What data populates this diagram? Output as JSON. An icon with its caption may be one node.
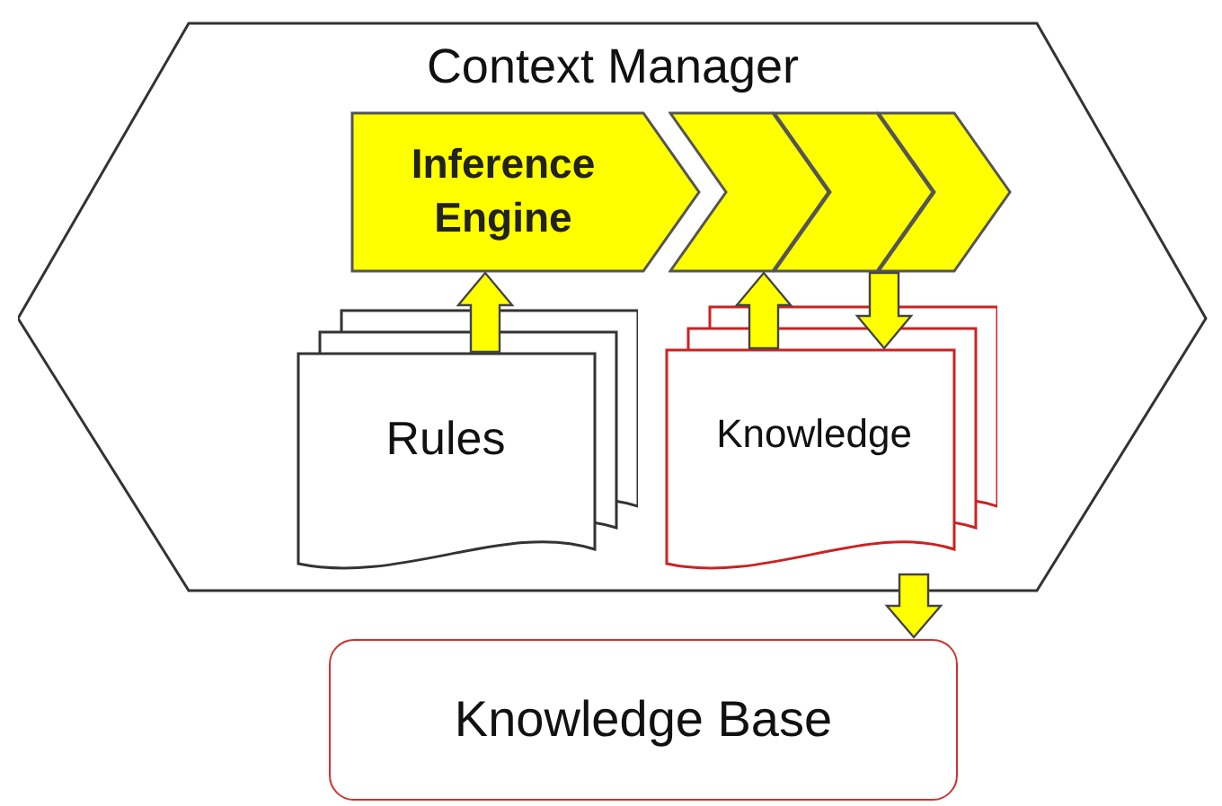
{
  "diagram": {
    "nodes": [
      {
        "text": [
          "Context Manager"
        ]
      },
      {
        "text": [
          "Inference Engine"
        ],
        "in": 0
      },
      {
        "text": [],
        "shape": "chevron",
        "in": 0
      },
      {
        "text": [],
        "shape": "chevron",
        "in": 0
      },
      {
        "text": [],
        "shape": "chevron",
        "in": 0
      },
      {
        "text": [
          "Rules"
        ],
        "in": 0
      },
      {
        "text": [
          "Knowledge"
        ],
        "in": 0
      },
      {
        "text": [
          "Knowledge Base"
        ]
      }
    ],
    "edges": [
      {
        "from": 5,
        "to": 1,
        "arrow": "to",
        "style": "thick"
      },
      {
        "from": 6,
        "to": 2,
        "arrow": "to",
        "style": "thick"
      },
      {
        "from": 3,
        "to": 6,
        "arrow": "to",
        "style": "thick"
      },
      {
        "from": 6,
        "to": 7,
        "arrow": "to",
        "style": "thick"
      }
    ]
  }
}
